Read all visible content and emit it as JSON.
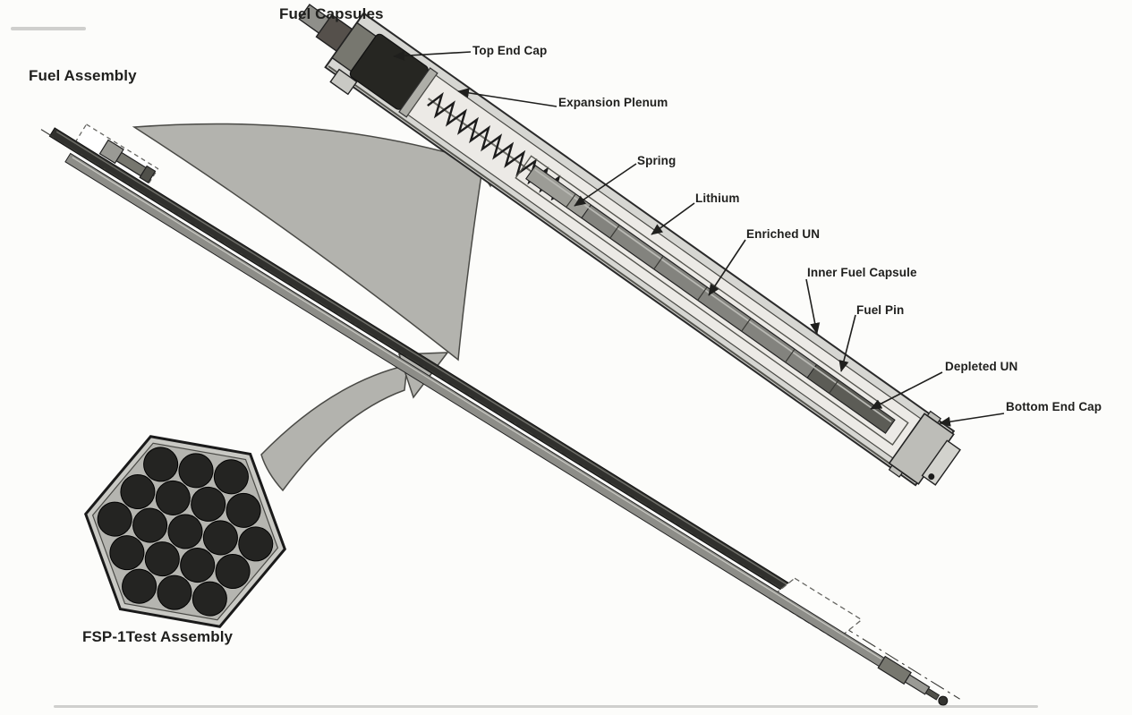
{
  "colors": {
    "paper": "#fcfcfa",
    "ink": "#1f1f1d",
    "swoosh": "#b3b3ae",
    "pin_dark": "#242422"
  },
  "diagram": {
    "title": "Fuel Capsules",
    "fuel_assembly_label": "Fuel Assembly",
    "test_assembly_label": "FSP-1Test Assembly",
    "capsule_parts": [
      {
        "text": "Top End Cap"
      },
      {
        "text": "Expansion Plenum"
      },
      {
        "text": "Spring"
      },
      {
        "text": "Lithium"
      },
      {
        "text": "Enriched UN"
      },
      {
        "text": "Inner Fuel Capsule"
      },
      {
        "text": "Fuel Pin"
      },
      {
        "text": "Depleted UN"
      },
      {
        "text": "Bottom End Cap"
      }
    ]
  }
}
